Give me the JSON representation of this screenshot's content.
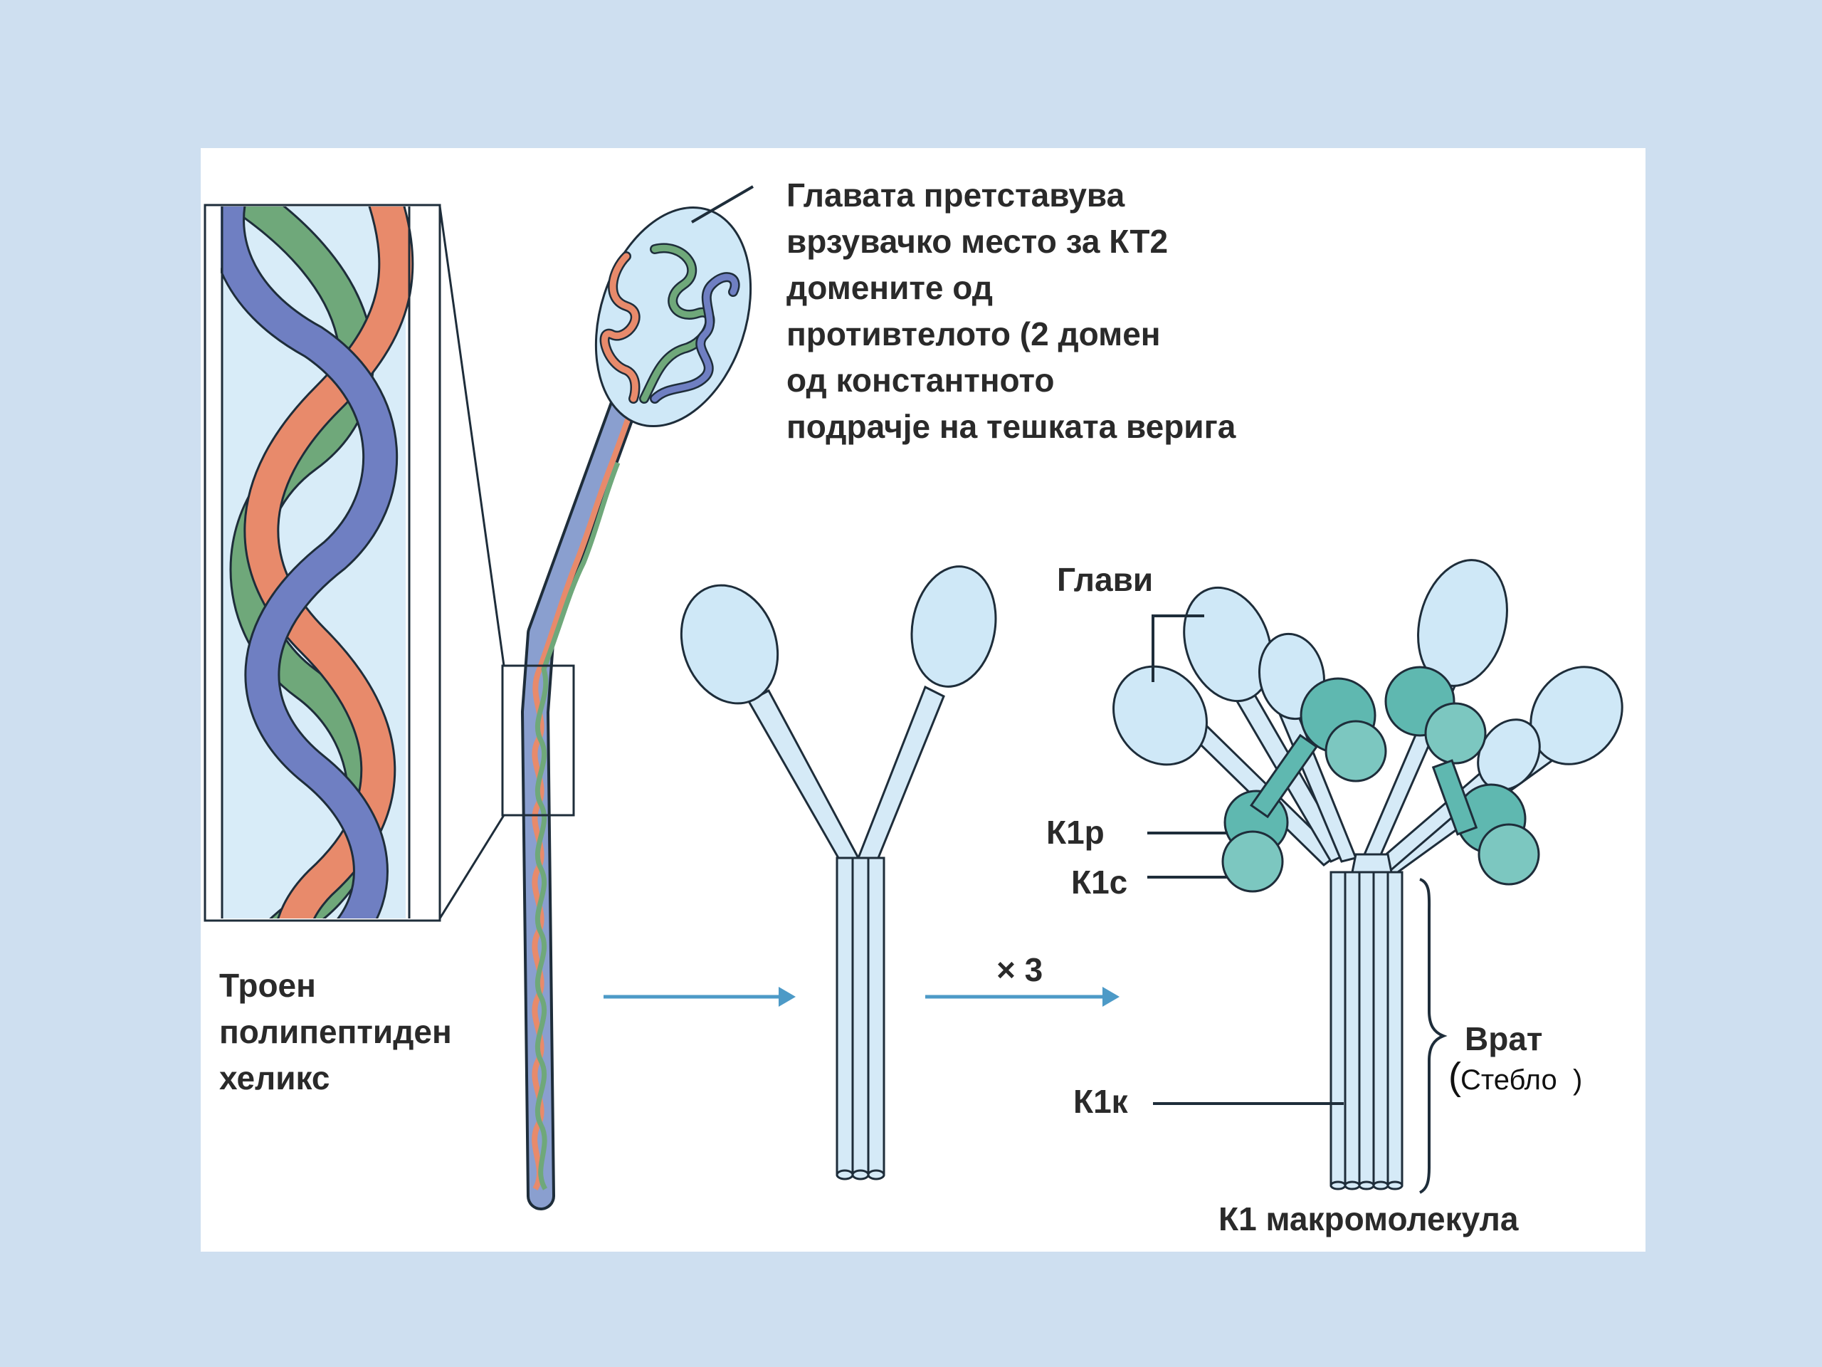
{
  "colors": {
    "background": "#c9dcee",
    "panel": "#ffffff",
    "strand_blue": "#6f7fc2",
    "strand_green": "#6fa87a",
    "strand_orange": "#e88a6b",
    "head_fill": "#cfe8f7",
    "stem_fill": "#d5eaf7",
    "globule_teal": "#5fb8b0",
    "globule_teal_light": "#7cc7c0",
    "arrow": "#4d9ac7",
    "outline": "#1e2d3a"
  },
  "labels": {
    "head_description": [
      "Главата претставува",
      "врзувачко место за КТ2",
      "домените од",
      "противтелото (2 домен",
      "од константното",
      "подрачје на тешката верига"
    ],
    "triple_helix": [
      "Троен",
      "полипептиден",
      "хеликс"
    ],
    "multiplier": "× 3",
    "heads": "Глави",
    "c1r": "К1р",
    "c1s": "К1с",
    "c1q": "К1к",
    "neck": "Врат",
    "stalk": "Стебло",
    "macromolecule": "К1 макромолекула"
  }
}
